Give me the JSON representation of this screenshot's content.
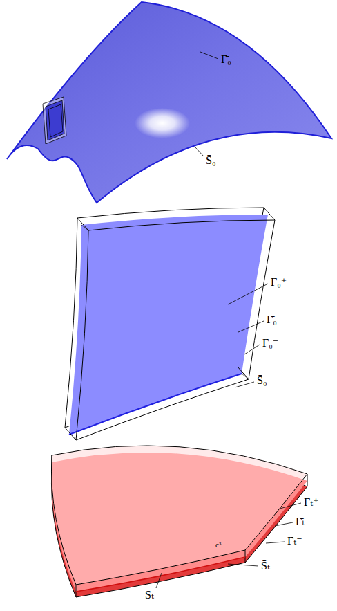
{
  "diagram": {
    "labels": [
      "Γ̄₀",
      "S̄₀",
      "Γ₀⁺",
      "Γ̄₀",
      "Γ₀⁻",
      "S̄₀",
      "Γₜ⁺",
      "Γ̄ₜ",
      "Γₜ⁻",
      "c³",
      "Sₜ",
      "S̄ₜ"
    ]
  }
}
